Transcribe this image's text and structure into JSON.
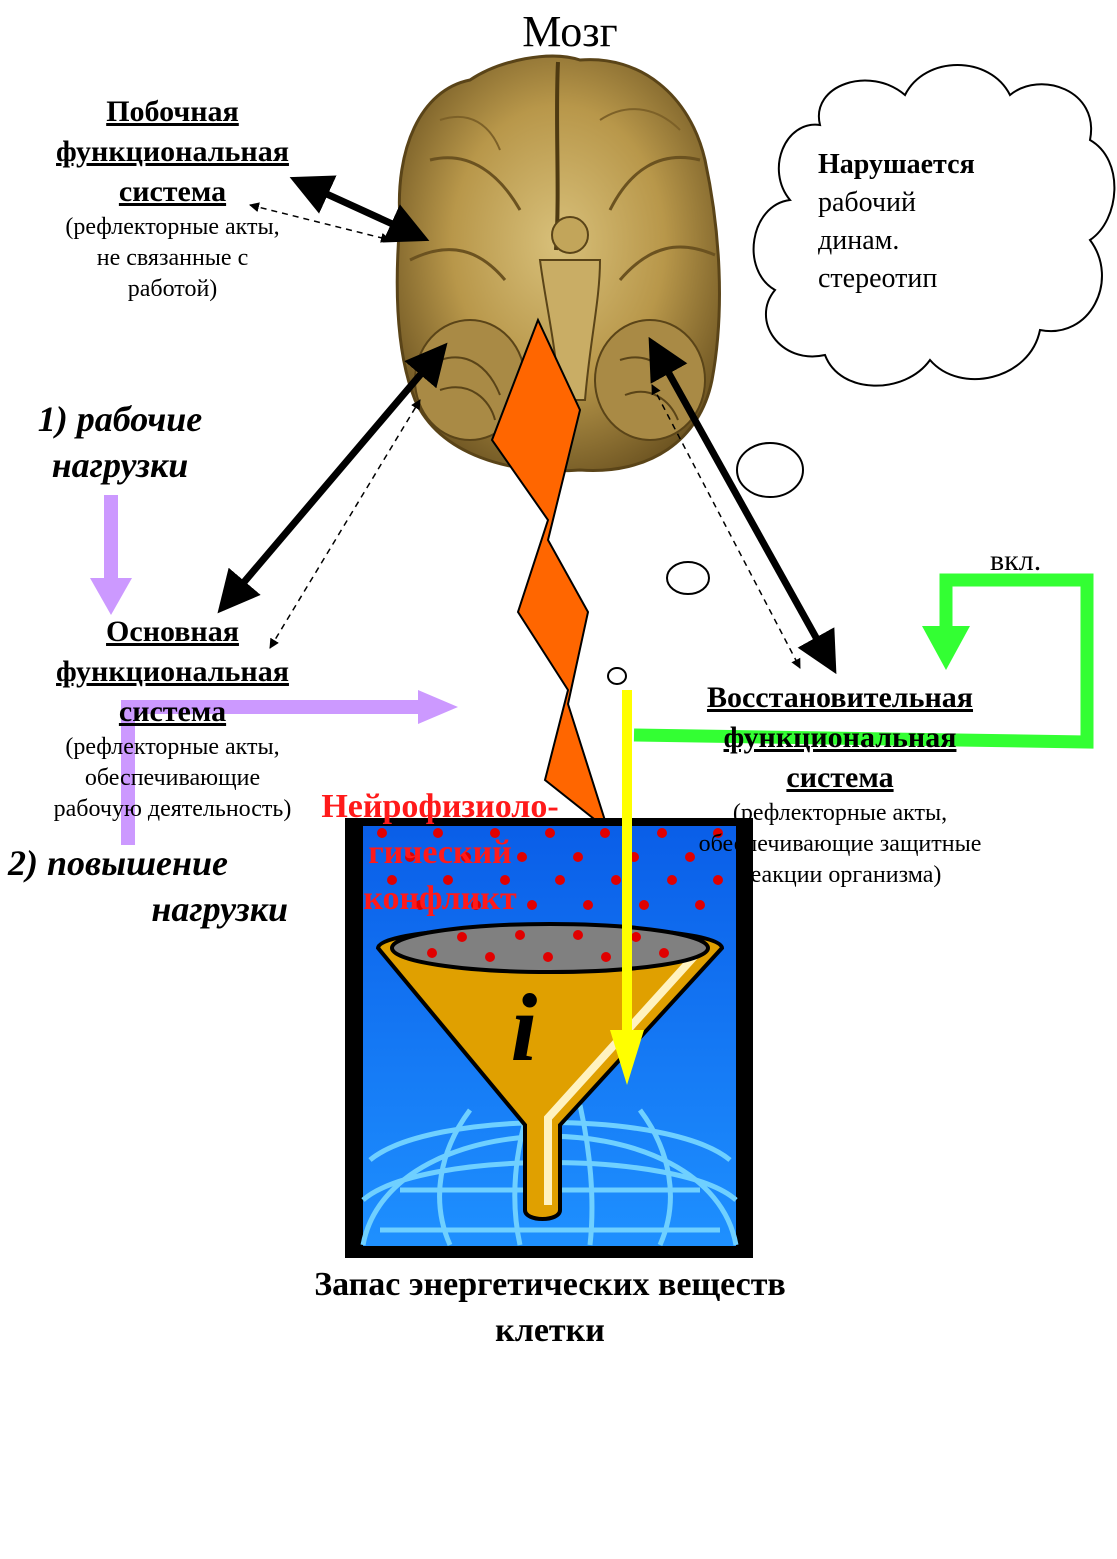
{
  "brain": {
    "title": "Мозг"
  },
  "side_system": {
    "header": [
      "Побочная",
      "функциональная",
      "система"
    ],
    "note": [
      "(рефлекторные акты,",
      "не связанные с",
      "работой)"
    ]
  },
  "work_loads": {
    "lines": [
      "1) рабочие",
      "нагрузки"
    ]
  },
  "main_system": {
    "header": [
      "Основная",
      "функциональная",
      "система"
    ],
    "note": [
      "(рефлекторные акты,",
      "обеспечивающие",
      "рабочую деятельность)"
    ]
  },
  "thought_cloud": {
    "bold_line": "Нарушается",
    "lines": [
      "рабочий",
      "динам.",
      "стереотип"
    ]
  },
  "switch_label": "вкл.",
  "recovery_system": {
    "header": [
      "Восстановительная",
      "функциональная",
      "система"
    ],
    "note": [
      "(рефлекторные акты,",
      "обеспечивающие защитные",
      "реакции организма)"
    ]
  },
  "conflict": {
    "lines": [
      "Нейрофизиоло-",
      "гический",
      "конфликт"
    ]
  },
  "load_increase": {
    "lines": [
      "2) повышение",
      "нагрузки"
    ]
  },
  "energy_store": {
    "lines": [
      "Запас энергетических веществ",
      "клетки"
    ],
    "funnel_icon_letter": "i"
  },
  "colors": {
    "lightning": "#ff6600",
    "conflict_text": "#ff1a1a",
    "load_arrows": "#cc99ff",
    "switch_line": "#33ff33",
    "yellow_arrow": "#ffff00",
    "funnel": "#e0a000",
    "water": "#0a6cf0",
    "globe": "#6fd0ff"
  }
}
